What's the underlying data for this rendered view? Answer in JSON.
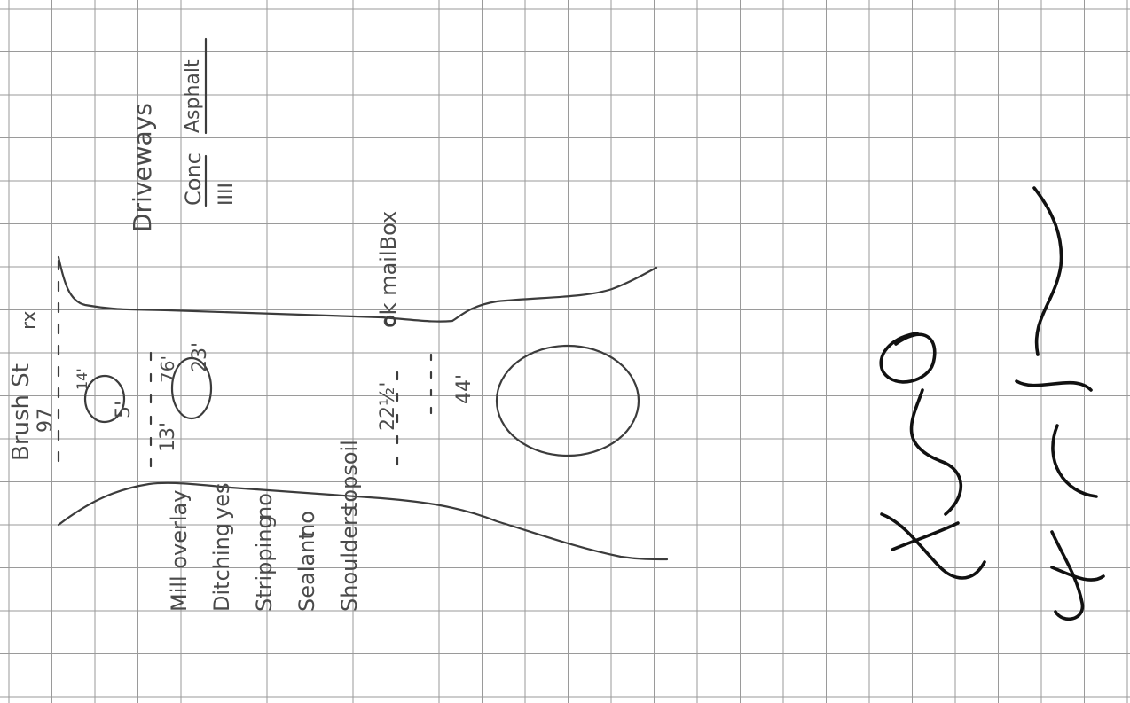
{
  "street": {
    "name": "Brush St",
    "number": "97",
    "suffix": "rx"
  },
  "driveways": {
    "heading": "Driveways",
    "conc_label": "Conc",
    "conc_tally": "IIII",
    "asphalt_label": "Asphalt"
  },
  "checklist": [
    {
      "label": "Mill overlay",
      "value": ""
    },
    {
      "label": "Ditching",
      "value": "yes"
    },
    {
      "label": "Stripping",
      "value": "no"
    },
    {
      "label": "Sealant",
      "value": "no"
    },
    {
      "label": "Shoulders",
      "value": "topsoil"
    }
  ],
  "dimensions": {
    "d1": "14'",
    "d2": "13'",
    "d3": "5'",
    "d4": "76'",
    "d5": "23'",
    "d6": "22½'",
    "d7": "44'"
  },
  "mailbox_note": "ok mailBox",
  "signatures": [
    "signature-1",
    "signature-2"
  ],
  "colors": {
    "ink": "#3c3c3c",
    "grid": "#9a9a9a",
    "signature_ink": "#111111"
  }
}
